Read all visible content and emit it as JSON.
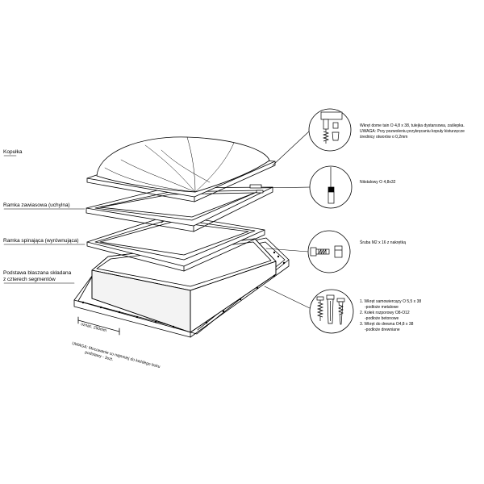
{
  "labels": {
    "dome": "Kopułka",
    "hinged_frame": "Ramka zawiasowa (uchylna)",
    "clamping_frame": "Ramka spinająca (wyrównująca)",
    "base_line1": "Podstawa blaszana składana",
    "base_line2": "z czterech segmentów"
  },
  "callouts": {
    "c1_line1": "Wkręt dome tain O 4,8 x 38, tulejka dystansowa, zaślepka.",
    "c1_line2": "UWAGA: Przy pozwoleniu przykręcaniu kopuły kisturzęcze",
    "c1_line3": "średnicy otworów o 0,2mm",
    "c2_line1": "Nitstalowy O 4,8x32",
    "c3_line1": "Śruba M2 x 16 z nakrętką",
    "c4_line1": "1. Wkręt samowiercący O 5,5 x 38",
    "c4_line2": "-podłoże metalowe",
    "c4_line3": "2. Kołek rozporowy O8-O12",
    "c4_line4": "-podłoże betonowe",
    "c4_line5": "3. Wkręt do drewna O4,8 x 38",
    "c4_line6": "-podłoże drewniane"
  },
  "base_notes": {
    "spacing": "oznac. 250mm",
    "warning_line1": "UWAGA: Mocowanie co najmniej do każdego boku",
    "warning_line2": "podstawy - 3szt."
  },
  "colors": {
    "line": "#000000",
    "fill": "#ffffff",
    "shade": "#e8e8e8"
  },
  "icons": {
    "callout1": "dome-screw-and-cap-icon",
    "callout2": "steel-rivet-icon",
    "callout3": "bolt-and-nut-icon",
    "callout4": "fasteners-set-icon"
  }
}
